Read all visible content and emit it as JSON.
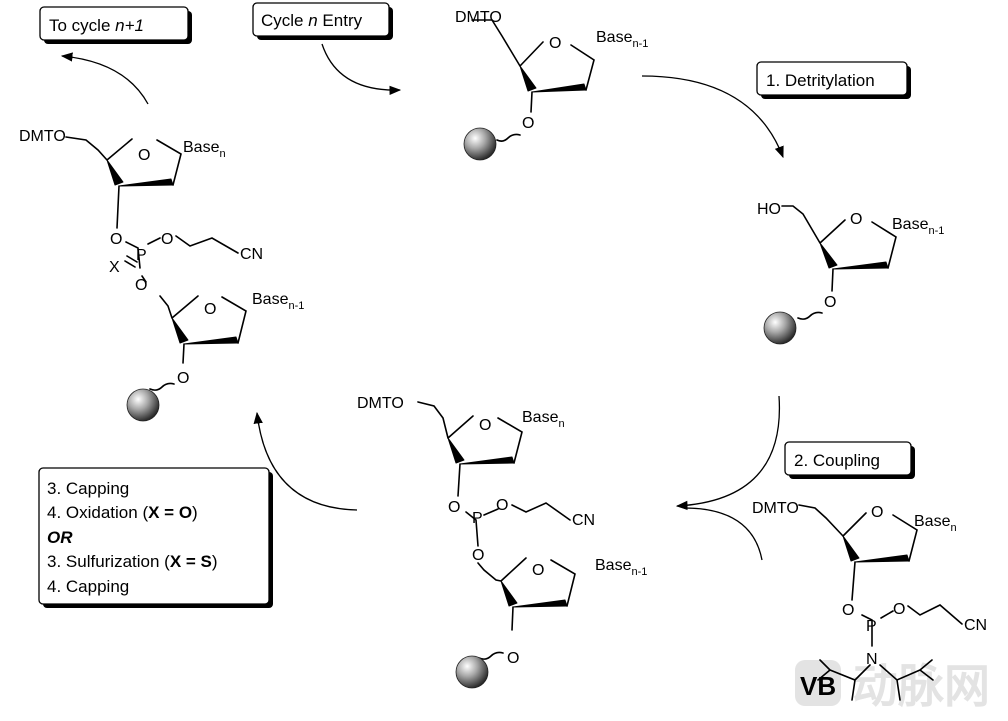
{
  "labels": {
    "to_cycle": "To cycle n+1",
    "cycle_entry": "Cycle n Entry",
    "detritylation": "1. Detritylation",
    "coupling": "2. Coupling"
  },
  "conditions": {
    "line1": "3. Capping",
    "line2_pre": "4. Oxidation (",
    "line2_bold": "X = O",
    "line2_post": ")",
    "or": "OR",
    "line4_pre": "3. Sulfurization (",
    "line4_bold": "X = S",
    "line4_post": ")",
    "line5": "4. Capping"
  },
  "atoms": {
    "dmto": "DMTO",
    "ho": "HO",
    "o": "O",
    "p": "P",
    "n": "N",
    "x": "X",
    "cn": "CN",
    "base": "Base",
    "sub_n": "n",
    "sub_n1": "n-1"
  },
  "watermark": "动脉网"
}
